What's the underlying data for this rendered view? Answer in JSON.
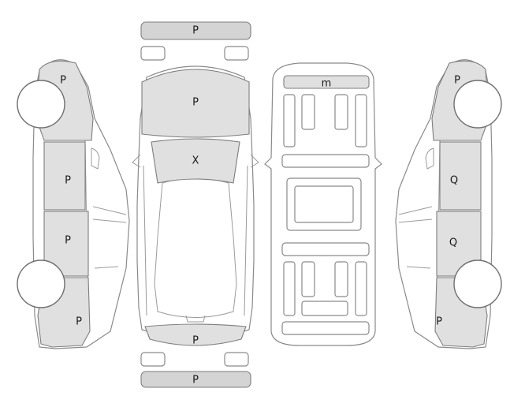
{
  "panels": {
    "rear_bumper_outline": "P",
    "rear_bumper_top": "P",
    "roof": "P",
    "windshield": "X",
    "front_bumper_outline": "P",
    "front_bumper_bottom": "P",
    "undercarriage_top": "m",
    "left_rear_quarter": "P",
    "left_rear_door": "P",
    "left_front_door": "P",
    "left_front_fender": "P",
    "right_rear_quarter": "P",
    "right_rear_door": "Q",
    "right_front_door": "Q",
    "right_front_fender": "P"
  },
  "colors": {
    "damaged_fill": "#e0e0e0",
    "outline": "#7d7d7d"
  }
}
